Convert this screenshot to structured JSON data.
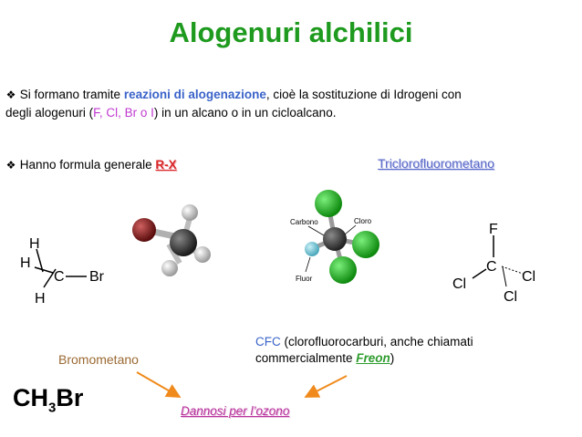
{
  "slide": {
    "title": "Alogenuri alchilici",
    "bullet1": {
      "bullet_icon": "diamond-bullet-icon",
      "text_a": "Si formano tramite ",
      "highlight": "reazioni di alogenazione",
      "text_b": ", cioè la sostituzione di Idrogeni con",
      "line2_a": "degli alogenuri (",
      "halogens": "F, Cl, Br o I",
      "line2_b": ") in un alcano o in un cicloalcano."
    },
    "bullet2": {
      "bullet_icon": "diamond-bullet-icon",
      "text": "Hanno formula generale ",
      "formula": "R-X"
    },
    "trichloro_title": "Triclorofluorometano",
    "bromo_structure": {
      "h1": "H",
      "h2": "H",
      "h3": "H",
      "c": "C",
      "br": "Br"
    },
    "model_labels": {
      "carbon": "Carbono",
      "chlorine": "Cloro",
      "fluorine": "Fluor"
    },
    "tri_structure": {
      "f": "F",
      "c": "C",
      "cl1": "Cl",
      "cl2": "Cl",
      "cl3": "Cl"
    },
    "bromo_label": "Bromometano",
    "cfc": {
      "abbr": "CFC",
      "line1_rest": " (clorofluorocarburi, anche chiamati",
      "line2_a": "commercialmente ",
      "freon": "Freon",
      "line2_b": ")"
    },
    "ch3br": {
      "a": "CH",
      "sub": "3",
      "b": "Br"
    },
    "ozone_label": "Dannosi per l’ozono",
    "colors": {
      "title": "#1e9a1e",
      "highlight": "#3a63c9",
      "halogens": "#c03ad0",
      "rx": "#d8262a",
      "bromo_label": "#9b6a33",
      "ozone": "#b8329b",
      "arrow": "#f08a1c",
      "chlorine_atom": "#22c022",
      "bromine_atom": "#8b1a1a",
      "fluorine_atom": "#7fc7d6"
    }
  }
}
